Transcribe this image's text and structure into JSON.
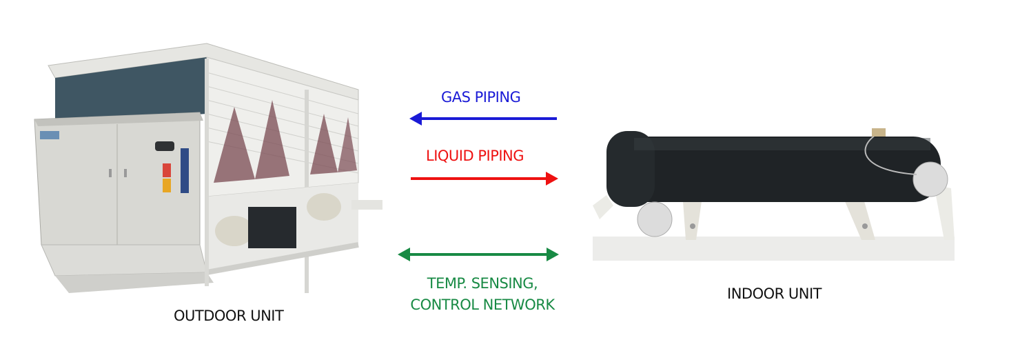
{
  "diagram": {
    "title": "Split chiller system connections",
    "outdoor_unit": {
      "label": "OUTDOOR UNIT",
      "icon": "air-cooled-chiller-photo"
    },
    "indoor_unit": {
      "label": "INDOOR UNIT",
      "icon": "shell-and-tube-evaporator-photo"
    },
    "connections": [
      {
        "id": "gas",
        "label": "GAS PIPING",
        "direction": "indoor-to-outdoor",
        "color": "#1a1ad6"
      },
      {
        "id": "liquid",
        "label": "LIQUID PIPING",
        "direction": "outdoor-to-indoor",
        "color": "#ee1111"
      },
      {
        "id": "network",
        "label_line1": "TEMP. SENSING,",
        "label_line2": "CONTROL NETWORK",
        "direction": "bidirectional",
        "color": "#188a44"
      }
    ]
  }
}
